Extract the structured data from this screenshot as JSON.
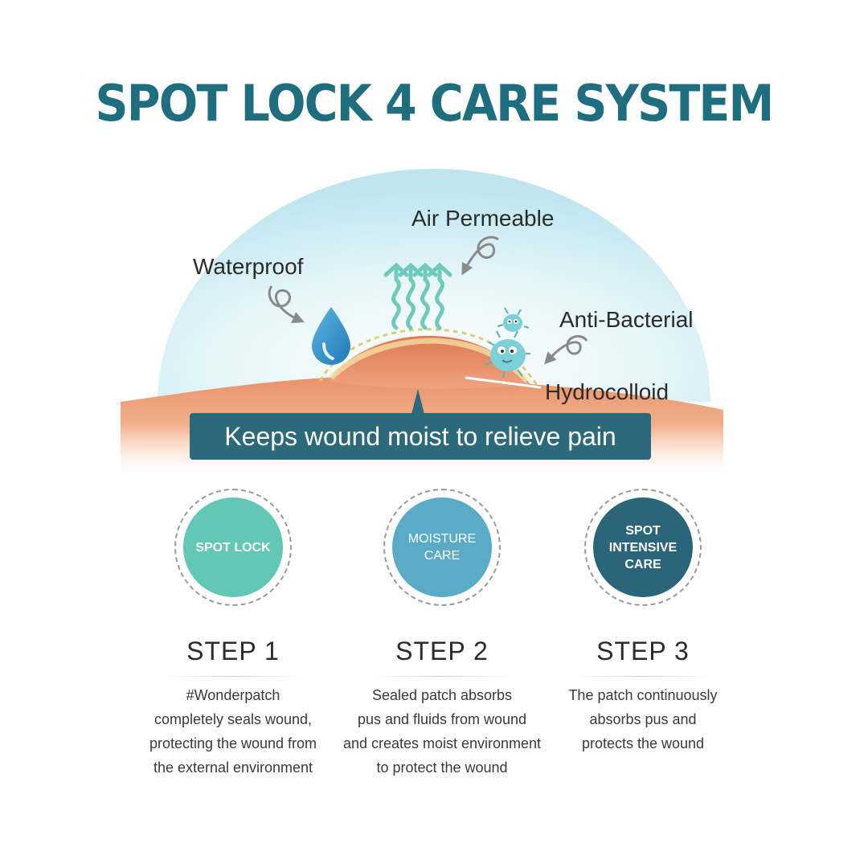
{
  "title": "SPOT LOCK 4 CARE SYSTEM",
  "labels": {
    "waterproof": "Waterproof",
    "air_permeable": "Air Permeable",
    "anti_bacterial": "Anti-Bacterial",
    "hydrocolloid": "Hydrocolloid"
  },
  "banner": "Keeps wound moist to relieve pain",
  "colors": {
    "title": "#1f6e7f",
    "banner": "#2c6a7b",
    "step1": "#63c7b5",
    "step2": "#5aabc6",
    "step3": "#2b6579",
    "arrows": "#6fcabb",
    "skin": "#e8926a"
  },
  "steps": [
    {
      "badge": "SPOT LOCK",
      "title": "STEP 1",
      "description": "#Wonderpatch\ncompletely seals wound,\nprotecting the wound from\nthe external environment"
    },
    {
      "badge": "MOISTURE\nCARE",
      "title": "STEP 2",
      "description": "Sealed patch absorbs\npus and fluids from wound\nand creates moist environment\nto protect the wound"
    },
    {
      "badge": "SPOT\nINTENSIVE\nCARE",
      "title": "STEP 3",
      "description": "The patch continuously\nabsorbs pus and\nprotects the wound"
    }
  ]
}
